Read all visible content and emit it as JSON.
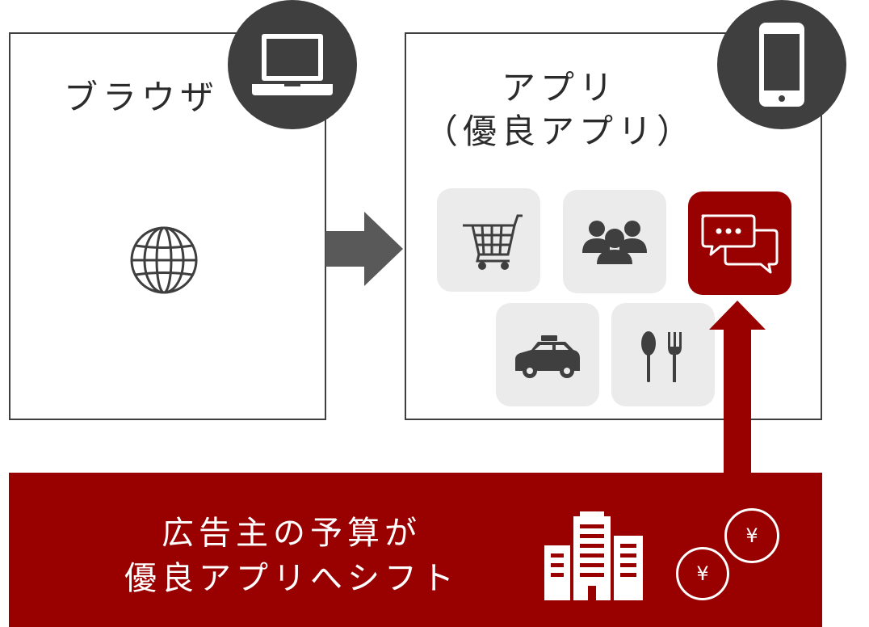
{
  "browser": {
    "title": "ブラウザ",
    "icon": "laptop-icon",
    "content_icon": "globe-icon"
  },
  "app": {
    "title_line1": "アプリ",
    "title_line2": "（優良アプリ）",
    "icon": "smartphone-icon",
    "tiles": [
      {
        "icon": "shopping-cart-icon"
      },
      {
        "icon": "people-group-icon"
      },
      {
        "icon": "chat-bubbles-icon",
        "highlighted": true
      },
      {
        "icon": "taxi-icon"
      },
      {
        "icon": "restaurant-icon"
      }
    ]
  },
  "banner": {
    "line1": "広告主の予算が",
    "line2": "優良アプリへシフト",
    "icon": "office-building-icon",
    "coin_symbol": "¥"
  },
  "colors": {
    "accent": "#990000",
    "dark": "#3f3f3f",
    "arrow": "#595959",
    "tile": "#ebebeb"
  }
}
